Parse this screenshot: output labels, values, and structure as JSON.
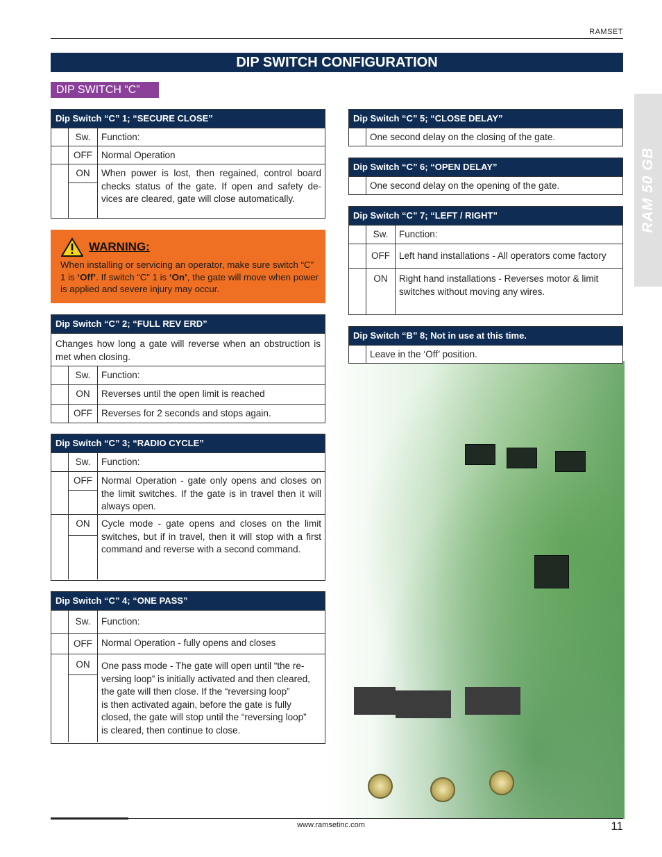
{
  "header": {
    "brand": "RAMSET"
  },
  "side_tab": {
    "label": "RAM 50 GB"
  },
  "title": "DIP SWITCH CONFIGURATION",
  "subtitle": "DIP SWITCH “C”",
  "sections": {
    "c1": {
      "title": "Dip Switch “C” 1; “SECURE CLOSE”",
      "sw_label": "Sw.",
      "function_label": "Function:",
      "off_label": "OFF",
      "off_text": "Normal Operation",
      "on_label": "ON",
      "on_text": "When power is lost, then regained, control board checks status of the gate. If open and safety de-vices are cleared, gate will close automatically."
    },
    "warning": {
      "title": "WARNING:",
      "text_1": "When installing or servicing an operator, make sure switch “C” 1 is ",
      "bold_1": "‘Off’",
      "text_2": ". If switch “C” 1 is ",
      "bold_2": "‘On’",
      "text_3": ", the gate will move when power is applied and severe injury may occur."
    },
    "c2": {
      "title": "Dip Switch “C” 2; “FULL REV ERD”",
      "description": "Changes how long a gate will reverse when an obstruction is met when closing.",
      "sw_label": "Sw.",
      "function_label": "Function:",
      "on_label": "ON",
      "on_text": "Reverses until the open limit is reached",
      "off_label": "OFF",
      "off_text": "Reverses for 2 seconds and stops again."
    },
    "c3": {
      "title": "Dip Switch “C” 3; “RADIO CYCLE”",
      "sw_label": "Sw.",
      "function_label": "Function:",
      "off_label": "OFF",
      "off_text": "Normal Operation - gate only opens and closes on the limit switches. If the gate is in travel then it will always open.",
      "on_label": "ON",
      "on_text": "Cycle mode - gate opens and closes on the limit switches, but if in travel, then it will stop with a first command and reverse with a second command."
    },
    "c4": {
      "title": "Dip Switch “C” 4; “ONE PASS”",
      "sw_label": "Sw.",
      "function_label": "Function:",
      "off_label": "OFF",
      "off_text": "Normal Operation - fully opens and closes",
      "on_label": "ON",
      "on_text_lines": [
        "One pass mode - The gate will open until “the re-",
        "versing loop” is initially activated and then cleared,",
        "the gate will then close. If the “reversing loop”",
        "is then activated again, before the gate is fully",
        "closed, the gate will stop until the “reversing loop”",
        "is cleared, then continue to close."
      ]
    },
    "c5": {
      "title": "Dip Switch “C” 5; “CLOSE DELAY”",
      "text": "One second delay on the closing of the gate."
    },
    "c6": {
      "title": "Dip Switch “C” 6; “OPEN DELAY”",
      "text": "One second delay on the opening of the gate."
    },
    "c7": {
      "title": "Dip Switch “C” 7; “LEFT / RIGHT”",
      "sw_label": "Sw.",
      "function_label": "Function:",
      "off_label": "OFF",
      "off_text": "Left hand installations - All operators come factory",
      "on_label": "ON",
      "on_text": "Right hand installations - Reverses motor & limit switches without moving any wires."
    },
    "b8": {
      "title": "Dip Switch “B” 8; Not in use at this time.",
      "text": "Leave in the ‘Off’ position."
    }
  },
  "footer": {
    "url": "www.ramsetinc.com",
    "page": "11"
  }
}
